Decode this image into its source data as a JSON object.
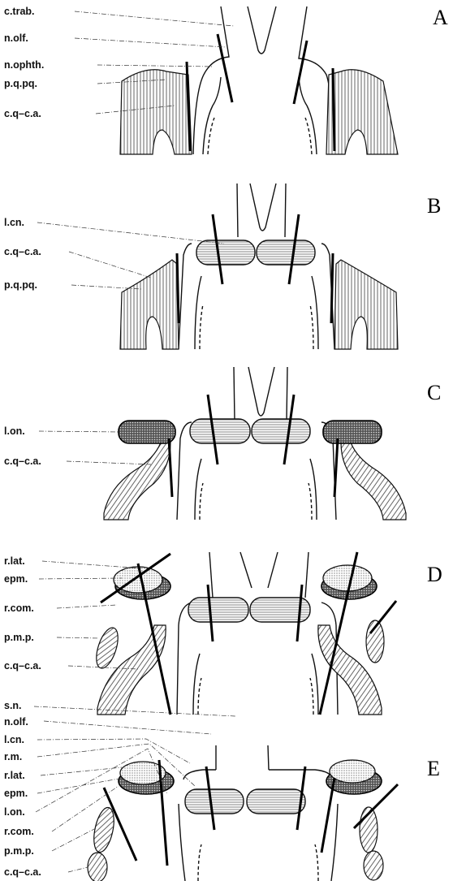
{
  "panels": [
    {
      "letter": "A",
      "labels": [
        "c.trab.",
        "n.olf.",
        "n.ophth.",
        "p.q.pq.",
        "c.q–c.a."
      ]
    },
    {
      "letter": "B",
      "labels": [
        "l.cn.",
        "c.q–c.a.",
        "p.q.pq."
      ]
    },
    {
      "letter": "C",
      "labels": [
        "l.on.",
        "c.q–c.a."
      ]
    },
    {
      "letter": "D",
      "labels": [
        "r.lat.",
        "epm.",
        "r.com.",
        "p.m.p.",
        "c.q–c.a."
      ]
    },
    {
      "letter": "E",
      "labels": [
        "s.n.",
        "n.olf.",
        "l.cn.",
        "r.m.",
        "r.lat.",
        "epm.",
        "l.on.",
        "r.com.",
        "p.m.p.",
        "c.q–c.a."
      ]
    }
  ],
  "colors": {
    "ink": "#111111",
    "background": "#ffffff"
  }
}
